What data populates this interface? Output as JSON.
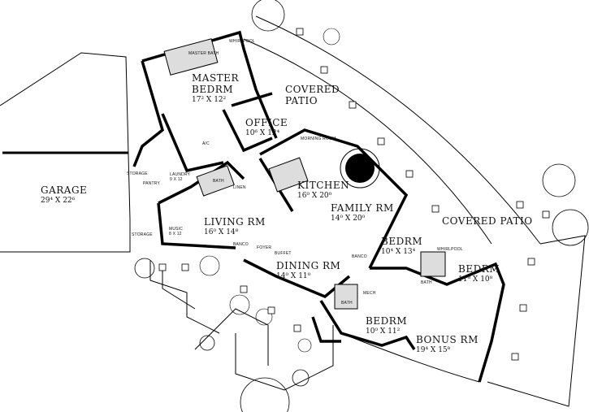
{
  "rooms": {
    "garage": {
      "name": "GARAGE",
      "size": "29⁴ X 22⁶"
    },
    "master": {
      "name1": "MASTER",
      "name2": "BEDRM",
      "size": "17² X 12²"
    },
    "patio_top": {
      "name1": "COVERED",
      "name2": "PATIO"
    },
    "office": {
      "name": "OFFICE",
      "size": "10⁶ X 12⁴"
    },
    "kitchen": {
      "name": "KITCHEN",
      "size": "16⁰ X 20⁰"
    },
    "family": {
      "name": "FAMILY RM",
      "size": "14⁰ X 20⁰"
    },
    "living": {
      "name": "LIVING RM",
      "size": "16⁰ X 14⁸"
    },
    "dining": {
      "name": "DINING RM",
      "size": "14⁰ X 11⁰"
    },
    "bed1": {
      "name": "BEDRM",
      "size": "10⁴ X 13⁴"
    },
    "bed2": {
      "name": "BEDRM",
      "size": "11⁸ X 10⁸"
    },
    "bed3": {
      "name": "BEDRM",
      "size": "10⁰ X 11²"
    },
    "bonus": {
      "name": "BONUS RM",
      "size": "19⁴ X 15⁸"
    },
    "patio_right": {
      "name": "COVERED PATIO"
    }
  },
  "small": {
    "master_bath": "MASTER BATH",
    "whirlpool": "WHIRLPOOL",
    "laundry": "LAUNDRY",
    "laundry_size": "9 X 12",
    "pantry": "PANTRY",
    "storage1": "STORAGE",
    "storage2": "STORAGE",
    "music": "MUSIC",
    "music_size": "8 X 12",
    "bath1": "BATH",
    "foyer": "FOYER",
    "banco1": "BANCO",
    "banco2": "BANCO",
    "buffet": "BUFFET",
    "morning": "MORNING ROOM",
    "ac": "A/C",
    "linen": "LINEN",
    "mech": "MECH",
    "bath2": "BATH",
    "bath3": "BATH",
    "whirlpool2": "WHIRLPOOL"
  }
}
